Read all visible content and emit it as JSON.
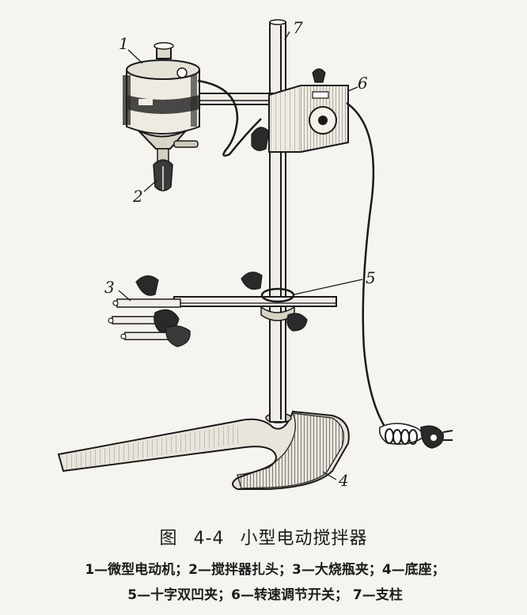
{
  "labels": {
    "l1": "1",
    "l2": "2",
    "l3": "3",
    "l4": "4",
    "l5": "5",
    "l6": "6",
    "l7": "7"
  },
  "caption": {
    "prefix": "图",
    "number": "4-4",
    "title": "小型电动搅拌器"
  },
  "legend": {
    "line1": "1—微型电动机；2—搅拌器扎头；3—大烧瓶夹；4—底座；",
    "line2": "5—十字双凹夹；6—转速调节开关；  7—支柱"
  }
}
